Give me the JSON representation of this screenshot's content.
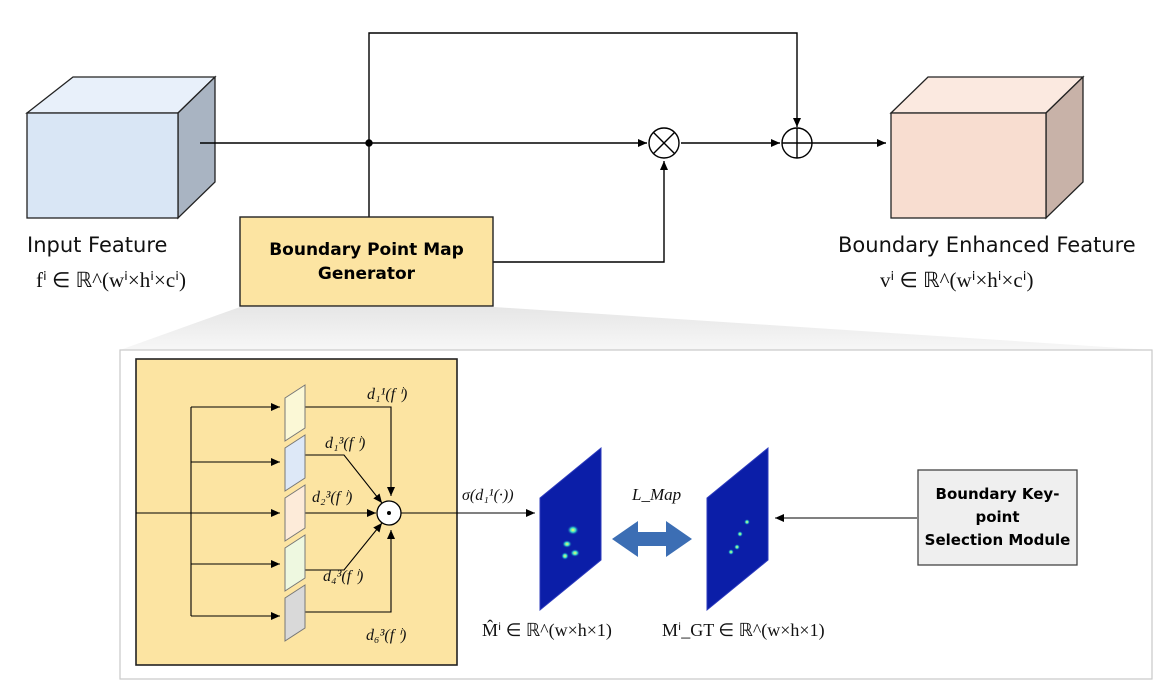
{
  "input_feature": {
    "title": "Input Feature",
    "formula": "fⁱ ∈ ℝ^(wⁱ×hⁱ×cⁱ)"
  },
  "output_feature": {
    "title": "Boundary Enhanced Feature",
    "formula": "vⁱ ∈ ℝ^(wⁱ×hⁱ×cⁱ)"
  },
  "generator": {
    "line1": "Boundary Point Map",
    "line2": "Generator"
  },
  "selection_module": {
    "line1": "Boundary Key-point",
    "line2": "Selection Module"
  },
  "branches": [
    "d₁¹(f ⁱ)",
    "d₁³(f ⁱ)",
    "d₂³(f ⁱ)",
    "d₄³(f ⁱ)",
    "d₆³(f ⁱ)"
  ],
  "sigmoid_label": "σ(d₁¹(·))",
  "loss_label": "L_Map",
  "pred_map_formula": "M̂ⁱ ∈ ℝ^(w×h×1)",
  "gt_map_formula": "Mⁱ_GT ∈ ℝ^(w×h×1)",
  "colors": {
    "input_cube": "#d9e6f5",
    "output_cube": "#f8ddd0",
    "generator": "#fce4a2",
    "selection_module": "#efefef",
    "map": "#0b1ea8",
    "arrow_double": "#3c6eb4"
  }
}
